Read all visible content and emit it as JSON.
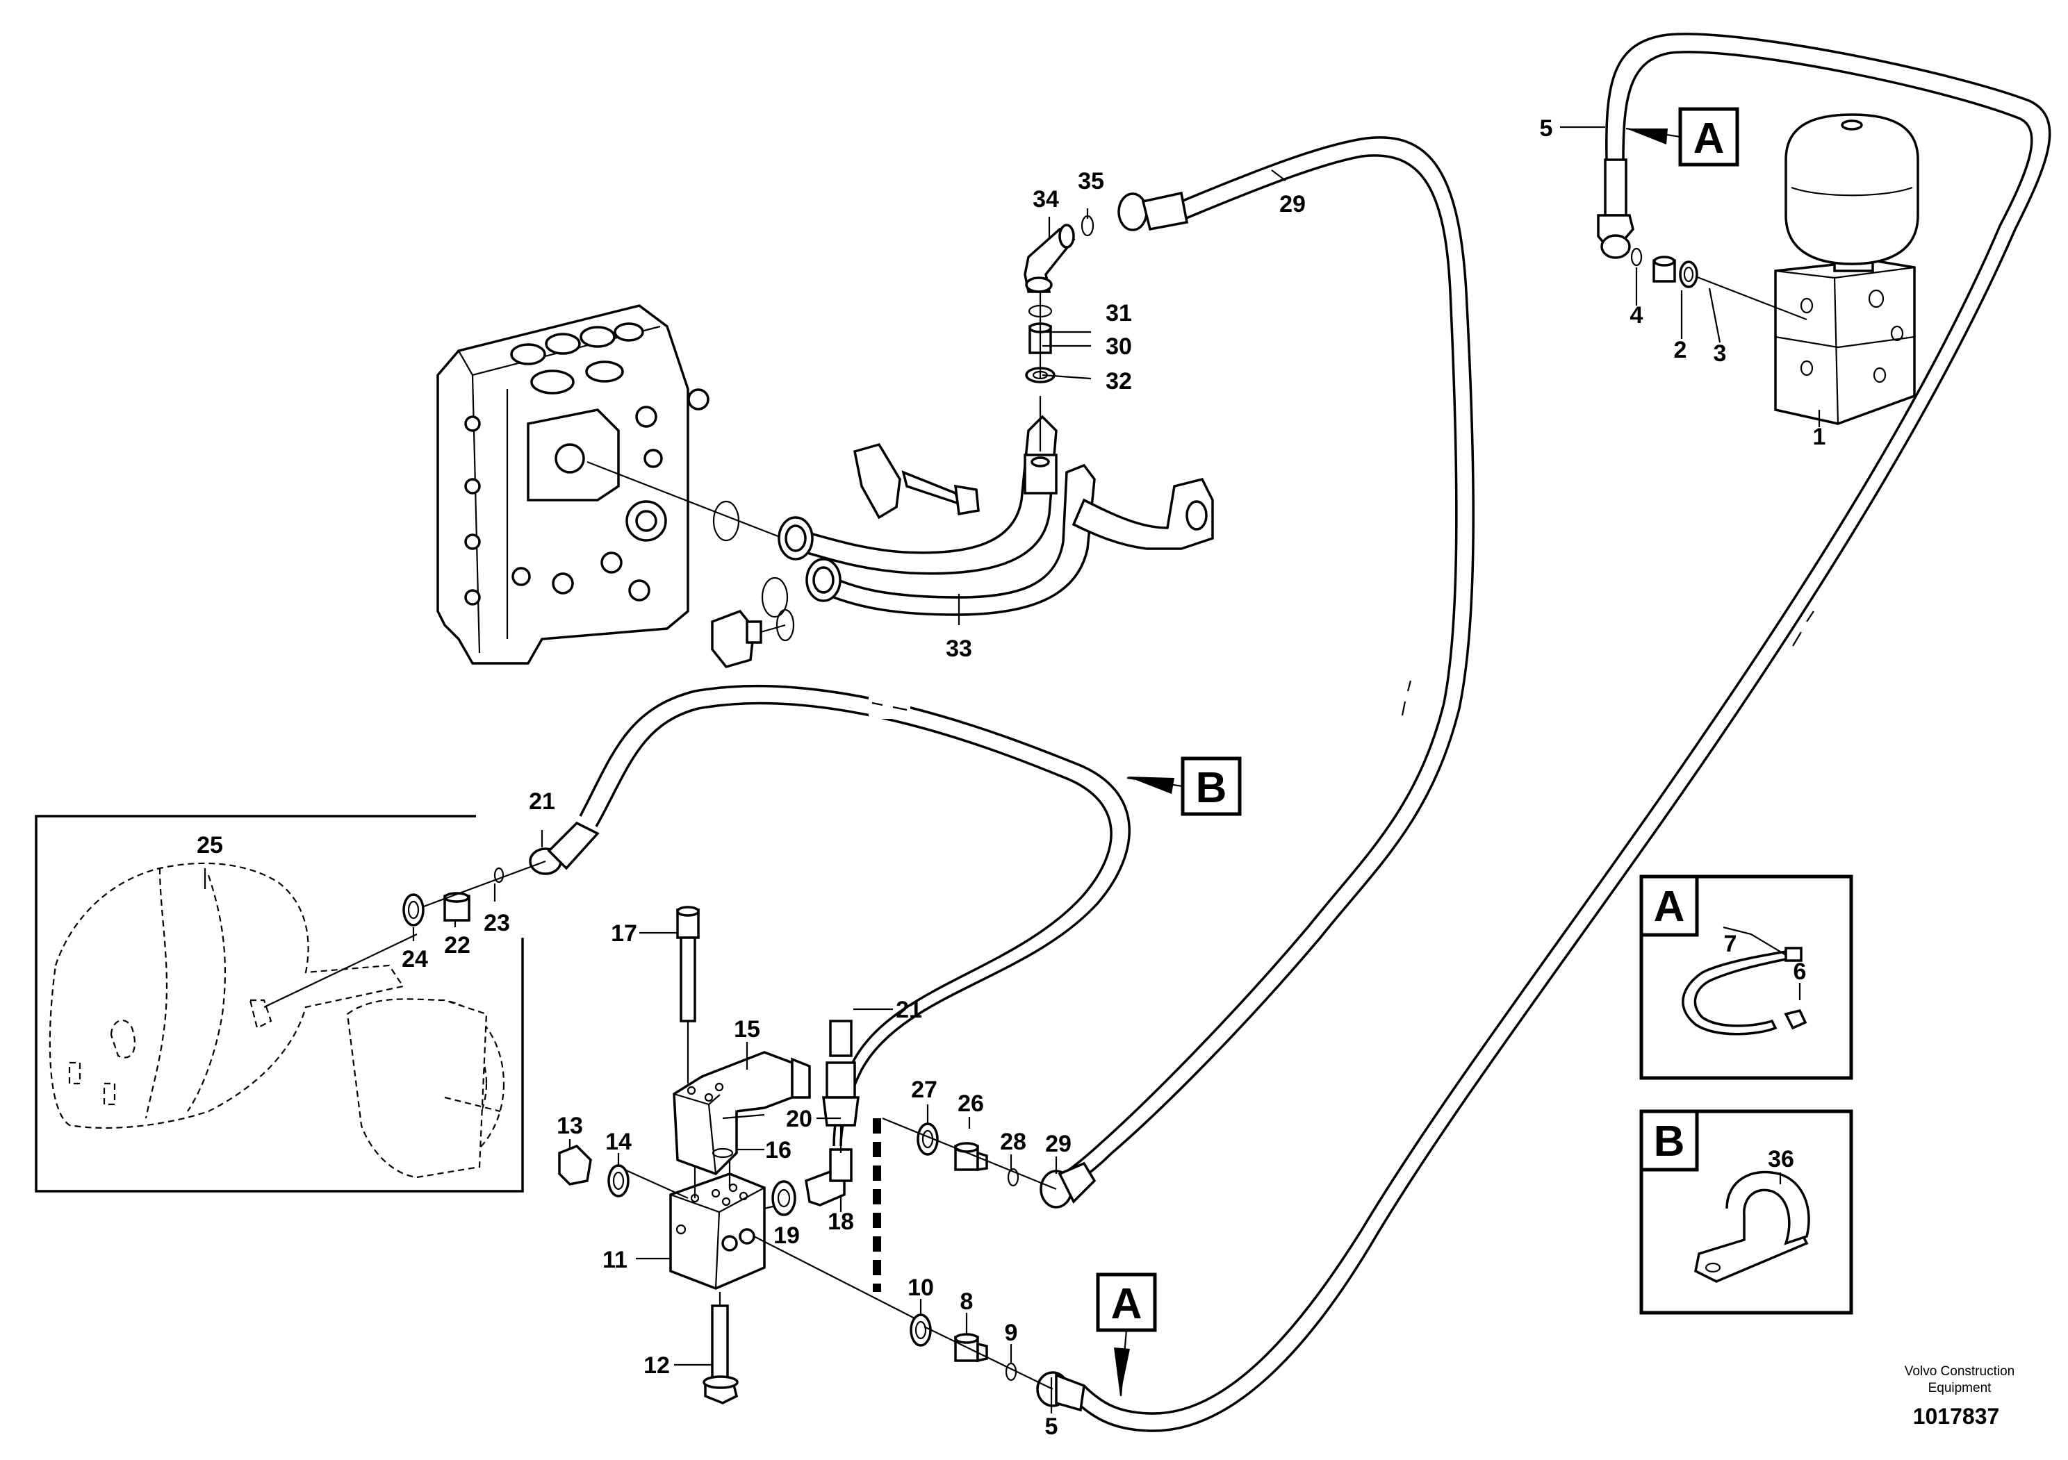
{
  "diagram": {
    "callouts": {
      "n1": "1",
      "n2": "2",
      "n3": "3",
      "n4": "4",
      "n5a": "5",
      "n5b": "5",
      "n6": "6",
      "n7": "7",
      "n8": "8",
      "n9": "9",
      "n10": "10",
      "n11": "11",
      "n12": "12",
      "n13": "13",
      "n14": "14",
      "n15": "15",
      "n16": "16",
      "n17": "17",
      "n18": "18",
      "n19": "19",
      "n20": "20",
      "n21a": "21",
      "n21b": "21",
      "n22": "22",
      "n23": "23",
      "n24": "24",
      "n25": "25",
      "n26": "26",
      "n27": "27",
      "n28": "28",
      "n29a": "29",
      "n29b": "29",
      "n30": "30",
      "n31": "31",
      "n32": "32",
      "n33": "33",
      "n34": "34",
      "n35": "35",
      "n36": "36"
    },
    "reference_boxes": {
      "a_top": "A",
      "a_bottom": "A",
      "b_main": "B",
      "a_detail": "A",
      "b_detail": "B"
    },
    "footer": {
      "company_line1": "Volvo Construction",
      "company_line2": "Equipment",
      "doc_number": "1017837"
    }
  }
}
